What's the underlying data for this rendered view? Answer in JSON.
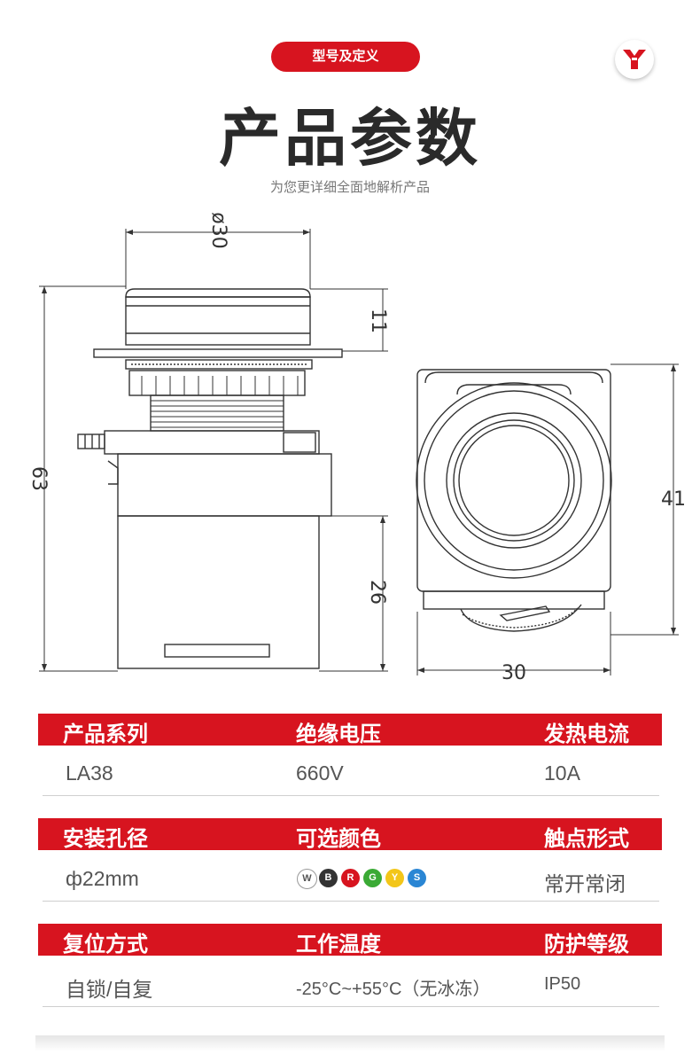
{
  "header": {
    "pill": "型号及定义",
    "title": "产品参数",
    "subtitle": "为您更详细全面地解析产品"
  },
  "dimensions": {
    "d30": "ø30",
    "h11": "11",
    "h63": "63",
    "h26": "26",
    "h41": "41",
    "w30": "30"
  },
  "specs": [
    {
      "label": "产品系列",
      "value": "LA38"
    },
    {
      "label": "绝缘电压",
      "value": "660V"
    },
    {
      "label": "发热电流",
      "value": "10A"
    },
    {
      "label": "安装孔径",
      "value": "ф22mm"
    },
    {
      "label": "可选颜色",
      "chips": [
        {
          "letter": "W",
          "color": "#ffffff",
          "text_color": "#555555"
        },
        {
          "letter": "B",
          "color": "#333333",
          "text_color": "#ffffff"
        },
        {
          "letter": "R",
          "color": "#d7141f",
          "text_color": "#ffffff"
        },
        {
          "letter": "G",
          "color": "#3aaa35",
          "text_color": "#ffffff"
        },
        {
          "letter": "Y",
          "color": "#f3c619",
          "text_color": "#ffffff"
        },
        {
          "letter": "S",
          "color": "#2a86d4",
          "text_color": "#ffffff"
        }
      ]
    },
    {
      "label": "触点形式",
      "value": "常开常闭"
    },
    {
      "label": "复位方式",
      "value": "自锁/自复"
    },
    {
      "label": "工作温度",
      "value": "-25°C~+55°C（无冰冻）"
    },
    {
      "label": "防护等级",
      "value": "IP50"
    }
  ],
  "colors": {
    "accent": "#d7141f"
  },
  "icons": {
    "logo": "brand-logo-icon"
  }
}
